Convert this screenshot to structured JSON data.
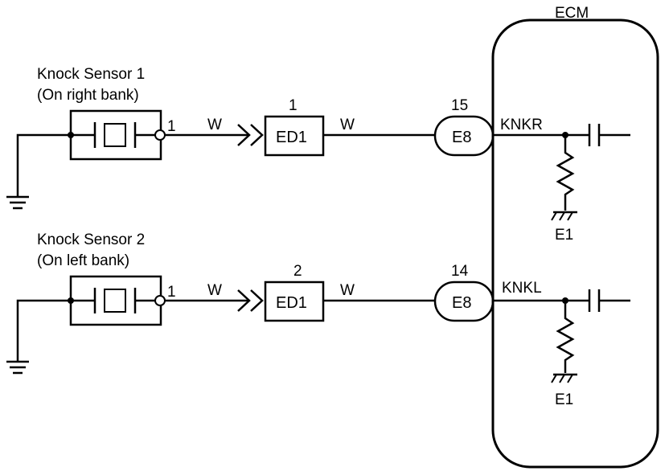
{
  "ecm": {
    "label": "ECM"
  },
  "sensors": [
    {
      "name": "Knock Sensor 1",
      "location": "(On right bank)",
      "sensor_pin": "1",
      "wire_in": "W",
      "junction_pin": "1",
      "junction_label": "ED1",
      "wire_out": "W",
      "connector_pin": "15",
      "connector_label": "E8",
      "signal": "KNKR",
      "ground": "E1"
    },
    {
      "name": "Knock Sensor 2",
      "location": "(On left bank)",
      "sensor_pin": "1",
      "wire_in": "W",
      "junction_pin": "2",
      "junction_label": "ED1",
      "wire_out": "W",
      "connector_pin": "14",
      "connector_label": "E8",
      "signal": "KNKL",
      "ground": "E1"
    }
  ]
}
